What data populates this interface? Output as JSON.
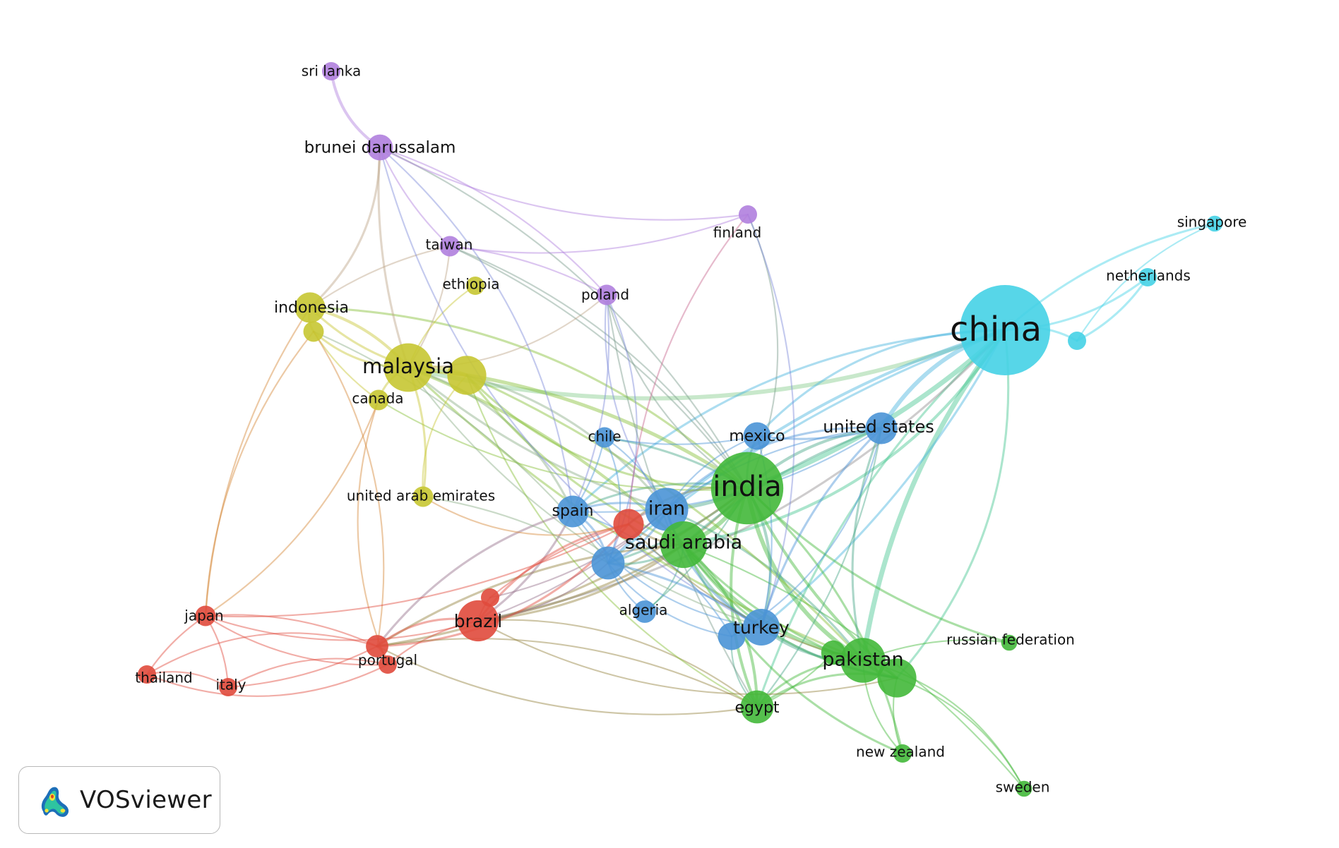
{
  "colors": {
    "red": "#e04a3c",
    "green": "#43b83a",
    "blue": "#4a93d6",
    "yellow": "#c7c632",
    "purple": "#b07fde",
    "cyan": "#45d2e6"
  },
  "nodes": [
    {
      "id": "china",
      "label": "china",
      "cluster": "cyan",
      "weight": 100
    },
    {
      "id": "india",
      "label": "india",
      "cluster": "green",
      "weight": 62
    },
    {
      "id": "malaysia",
      "label": "malaysia",
      "cluster": "yellow",
      "weight": 28
    },
    {
      "id": "iran",
      "label": "iran",
      "cluster": "blue",
      "weight": 22
    },
    {
      "id": "saudi_arabia",
      "label": "saudi arabia",
      "cluster": "green",
      "weight": 26
    },
    {
      "id": "pakistan",
      "label": "pakistan",
      "cluster": "green",
      "weight": 24
    },
    {
      "id": "brazil",
      "label": "brazil",
      "cluster": "red",
      "weight": 20
    },
    {
      "id": "turkey",
      "label": "turkey",
      "cluster": "blue",
      "weight": 16
    },
    {
      "id": "united_states",
      "label": "united states",
      "cluster": "blue",
      "weight": 12
    },
    {
      "id": "spain",
      "label": "spain",
      "cluster": "blue",
      "weight": 12
    },
    {
      "id": "mexico",
      "label": "mexico",
      "cluster": "blue",
      "weight": 9
    },
    {
      "id": "indonesia",
      "label": "indonesia",
      "cluster": "yellow",
      "weight": 11
    },
    {
      "id": "egypt",
      "label": "egypt",
      "cluster": "green",
      "weight": 13
    },
    {
      "id": "brunei_darussalam",
      "label": "brunei darussalam",
      "cluster": "purple",
      "weight": 8
    },
    {
      "id": "portugal",
      "label": "portugal",
      "cluster": "red",
      "weight": 6
    },
    {
      "id": "japan",
      "label": "japan",
      "cluster": "red",
      "weight": 5
    },
    {
      "id": "algeria",
      "label": "algeria",
      "cluster": "blue",
      "weight": 6
    },
    {
      "id": "chile",
      "label": "chile",
      "cluster": "blue",
      "weight": 5
    },
    {
      "id": "canada",
      "label": "canada",
      "cluster": "yellow",
      "weight": 5
    },
    {
      "id": "united_arab_emirates",
      "label": "united arab emirates",
      "cluster": "yellow",
      "weight": 5
    },
    {
      "id": "taiwan",
      "label": "taiwan",
      "cluster": "purple",
      "weight": 5
    },
    {
      "id": "poland",
      "label": "poland",
      "cluster": "purple",
      "weight": 5
    },
    {
      "id": "ethiopia",
      "label": "ethiopia",
      "cluster": "yellow",
      "weight": 4
    },
    {
      "id": "finland",
      "label": "finland",
      "cluster": "purple",
      "weight": 4
    },
    {
      "id": "sri_lanka",
      "label": "sri lanka",
      "cluster": "purple",
      "weight": 4
    },
    {
      "id": "singapore",
      "label": "singapore",
      "cluster": "cyan",
      "weight": 3
    },
    {
      "id": "netherlands",
      "label": "netherlands",
      "cluster": "cyan",
      "weight": 4
    },
    {
      "id": "russian_federation",
      "label": "russian federation",
      "cluster": "green",
      "weight": 3
    },
    {
      "id": "new_zealand",
      "label": "new zealand",
      "cluster": "green",
      "weight": 4
    },
    {
      "id": "sweden",
      "label": "sweden",
      "cluster": "green",
      "weight": 3
    },
    {
      "id": "thailand",
      "label": "thailand",
      "cluster": "red",
      "weight": 4
    },
    {
      "id": "italy",
      "label": "italy",
      "cluster": "red",
      "weight": 4
    },
    {
      "id": "u_yellow1",
      "label": "",
      "cluster": "yellow",
      "weight": 18
    },
    {
      "id": "u_yellow2",
      "label": "",
      "cluster": "yellow",
      "weight": 5
    },
    {
      "id": "u_red1",
      "label": "",
      "cluster": "red",
      "weight": 11
    },
    {
      "id": "u_red2",
      "label": "",
      "cluster": "red",
      "weight": 4
    },
    {
      "id": "u_red3",
      "label": "",
      "cluster": "red",
      "weight": 4
    },
    {
      "id": "u_blue1",
      "label": "",
      "cluster": "blue",
      "weight": 13
    },
    {
      "id": "u_blue2",
      "label": "",
      "cluster": "blue",
      "weight": 9
    },
    {
      "id": "u_green1",
      "label": "",
      "cluster": "green",
      "weight": 18
    },
    {
      "id": "u_green2",
      "label": "",
      "cluster": "green",
      "weight": 7
    },
    {
      "id": "u_cyan1",
      "label": "",
      "cluster": "cyan",
      "weight": 4
    }
  ],
  "links": [
    [
      "china",
      "india",
      6
    ],
    [
      "china",
      "pakistan",
      6
    ],
    [
      "china",
      "malaysia",
      5
    ],
    [
      "china",
      "united_states",
      5
    ],
    [
      "china",
      "saudi_arabia",
      3
    ],
    [
      "china",
      "iran",
      3
    ],
    [
      "china",
      "singapore",
      2
    ],
    [
      "china",
      "netherlands",
      2
    ],
    [
      "china",
      "u_cyan1",
      2
    ],
    [
      "china",
      "mexico",
      2
    ],
    [
      "china",
      "turkey",
      2
    ],
    [
      "china",
      "egypt",
      2
    ],
    [
      "china",
      "brazil",
      2
    ],
    [
      "china",
      "spain",
      2
    ],
    [
      "china",
      "u_green1",
      2
    ],
    [
      "china",
      "u_blue1",
      2
    ],
    [
      "netherlands",
      "u_cyan1",
      2
    ],
    [
      "singapore",
      "u_cyan1",
      1
    ],
    [
      "india",
      "saudi_arabia",
      5
    ],
    [
      "india",
      "pakistan",
      5
    ],
    [
      "india",
      "iran",
      4
    ],
    [
      "india",
      "malaysia",
      4
    ],
    [
      "india",
      "united_states",
      3
    ],
    [
      "india",
      "egypt",
      3
    ],
    [
      "india",
      "turkey",
      3
    ],
    [
      "india",
      "u_green1",
      3
    ],
    [
      "india",
      "mexico",
      2
    ],
    [
      "india",
      "spain",
      2
    ],
    [
      "india",
      "brazil",
      2
    ],
    [
      "india",
      "u_red1",
      2
    ],
    [
      "india",
      "u_blue1",
      2
    ],
    [
      "india",
      "russian_federation",
      2
    ],
    [
      "india",
      "new_zealand",
      2
    ],
    [
      "india",
      "indonesia",
      2
    ],
    [
      "india",
      "u_yellow1",
      2
    ],
    [
      "india",
      "chile",
      2
    ],
    [
      "india",
      "portugal",
      2
    ],
    [
      "india",
      "brunei_darussalam",
      1
    ],
    [
      "india",
      "poland",
      1
    ],
    [
      "india",
      "finland",
      1
    ],
    [
      "india",
      "algeria",
      1
    ],
    [
      "india",
      "taiwan",
      1
    ],
    [
      "india",
      "canada",
      1
    ],
    [
      "saudi_arabia",
      "pakistan",
      4
    ],
    [
      "saudi_arabia",
      "egypt",
      3
    ],
    [
      "saudi_arabia",
      "malaysia",
      3
    ],
    [
      "saudi_arabia",
      "iran",
      2
    ],
    [
      "saudi_arabia",
      "turkey",
      2
    ],
    [
      "saudi_arabia",
      "u_blue1",
      2
    ],
    [
      "saudi_arabia",
      "u_green1",
      2
    ],
    [
      "saudi_arabia",
      "brazil",
      2
    ],
    [
      "saudi_arabia",
      "portugal",
      2
    ],
    [
      "saudi_arabia",
      "u_red1",
      2
    ],
    [
      "saudi_arabia",
      "new_zealand",
      2
    ],
    [
      "saudi_arabia",
      "algeria",
      1
    ],
    [
      "saudi_arabia",
      "u_green2",
      2
    ],
    [
      "saudi_arabia",
      "sweden",
      1
    ],
    [
      "pakistan",
      "u_green1",
      3
    ],
    [
      "pakistan",
      "turkey",
      2
    ],
    [
      "pakistan",
      "egypt",
      2
    ],
    [
      "pakistan",
      "malaysia",
      2
    ],
    [
      "pakistan",
      "iran",
      2
    ],
    [
      "pakistan",
      "united_states",
      2
    ],
    [
      "pakistan",
      "new_zealand",
      1
    ],
    [
      "pakistan",
      "sweden",
      1
    ],
    [
      "pakistan",
      "u_green2",
      2
    ],
    [
      "pakistan",
      "russian_federation",
      1
    ],
    [
      "u_green1",
      "new_zealand",
      1
    ],
    [
      "u_green1",
      "sweden",
      1
    ],
    [
      "u_green1",
      "egypt",
      2
    ],
    [
      "u_green1",
      "turkey",
      2
    ],
    [
      "u_green1",
      "u_green2",
      1
    ],
    [
      "egypt",
      "portugal",
      1
    ],
    [
      "egypt",
      "brazil",
      1
    ],
    [
      "egypt",
      "u_blue2",
      1
    ],
    [
      "egypt",
      "u_green2",
      1
    ],
    [
      "malaysia",
      "u_yellow1",
      4
    ],
    [
      "malaysia",
      "indonesia",
      3
    ],
    [
      "malaysia",
      "u_yellow2",
      2
    ],
    [
      "malaysia",
      "canada",
      2
    ],
    [
      "malaysia",
      "brunei_darussalam",
      2
    ],
    [
      "malaysia",
      "taiwan",
      1
    ],
    [
      "malaysia",
      "ethiopia",
      1
    ],
    [
      "malaysia",
      "poland",
      1
    ],
    [
      "malaysia",
      "spain",
      2
    ],
    [
      "malaysia",
      "iran",
      2
    ],
    [
      "malaysia",
      "united_arab_emirates",
      2
    ],
    [
      "malaysia",
      "turkey",
      1
    ],
    [
      "u_yellow1",
      "indonesia",
      2
    ],
    [
      "u_yellow1",
      "united_arab_emirates",
      1
    ],
    [
      "u_yellow1",
      "pakistan",
      2
    ],
    [
      "u_yellow1",
      "saudi_arabia",
      2
    ],
    [
      "u_yellow1",
      "iran",
      2
    ],
    [
      "u_yellow1",
      "egypt",
      1
    ],
    [
      "u_yellow2",
      "indonesia",
      2
    ],
    [
      "u_yellow2",
      "canada",
      1
    ],
    [
      "u_yellow2",
      "u_blue1",
      1
    ],
    [
      "u_yellow2",
      "japan",
      1
    ],
    [
      "u_yellow2",
      "portugal",
      1
    ],
    [
      "indonesia",
      "brunei_darussalam",
      2
    ],
    [
      "indonesia",
      "taiwan",
      1
    ],
    [
      "indonesia",
      "japan",
      1
    ],
    [
      "canada",
      "japan",
      1
    ],
    [
      "canada",
      "u_red3",
      1
    ],
    [
      "brunei_darussalam",
      "sri_lanka",
      3
    ],
    [
      "brunei_darussalam",
      "taiwan",
      1
    ],
    [
      "brunei_darussalam",
      "poland",
      1
    ],
    [
      "brunei_darussalam",
      "finland",
      1
    ],
    [
      "brunei_darussalam",
      "spain",
      1
    ],
    [
      "brunei_darussalam",
      "turkey",
      1
    ],
    [
      "taiwan",
      "poland",
      1
    ],
    [
      "taiwan",
      "finland",
      1
    ],
    [
      "taiwan",
      "india",
      1
    ],
    [
      "poland",
      "iran",
      1
    ],
    [
      "poland",
      "u_blue1",
      1
    ],
    [
      "poland",
      "egypt",
      1
    ],
    [
      "poland",
      "spain",
      1
    ],
    [
      "finland",
      "u_red1",
      1
    ],
    [
      "finland",
      "turkey",
      1
    ],
    [
      "united_states",
      "iran",
      2
    ],
    [
      "united_states",
      "mexico",
      2
    ],
    [
      "united_states",
      "turkey",
      2
    ],
    [
      "united_states",
      "spain",
      1
    ],
    [
      "united_states",
      "u_blue1",
      1
    ],
    [
      "united_states",
      "u_blue2",
      1
    ],
    [
      "united_states",
      "saudi_arabia",
      2
    ],
    [
      "united_states",
      "egypt",
      1
    ],
    [
      "iran",
      "spain",
      2
    ],
    [
      "iran",
      "u_blue1",
      2
    ],
    [
      "iran",
      "turkey",
      2
    ],
    [
      "iran",
      "brazil",
      1
    ],
    [
      "iran",
      "chile",
      1
    ],
    [
      "iran",
      "mexico",
      1
    ],
    [
      "iran",
      "u_red1",
      2
    ],
    [
      "spain",
      "u_blue1",
      2
    ],
    [
      "spain",
      "chile",
      1
    ],
    [
      "spain",
      "brazil",
      2
    ],
    [
      "spain",
      "portugal",
      2
    ],
    [
      "spain",
      "u_blue2",
      1
    ],
    [
      "spain",
      "turkey",
      1
    ],
    [
      "u_blue1",
      "turkey",
      2
    ],
    [
      "u_blue1",
      "algeria",
      1
    ],
    [
      "u_blue1",
      "brazil",
      1
    ],
    [
      "u_blue1",
      "u_blue2",
      1
    ],
    [
      "chile",
      "u_blue1",
      1
    ],
    [
      "chile",
      "mexico",
      1
    ],
    [
      "mexico",
      "turkey",
      1
    ],
    [
      "turkey",
      "u_blue2",
      2
    ],
    [
      "brazil",
      "u_red1",
      2
    ],
    [
      "brazil",
      "portugal",
      2
    ],
    [
      "brazil",
      "u_red2",
      1
    ],
    [
      "brazil",
      "u_red3",
      1
    ],
    [
      "brazil",
      "japan",
      1
    ],
    [
      "brazil",
      "u_green1",
      1
    ],
    [
      "u_red1",
      "portugal",
      2
    ],
    [
      "u_red1",
      "u_red2",
      1
    ],
    [
      "u_red1",
      "japan",
      1
    ],
    [
      "u_red1",
      "pakistan",
      1
    ],
    [
      "portugal",
      "u_red3",
      2
    ],
    [
      "portugal",
      "thailand",
      1
    ],
    [
      "portugal",
      "italy",
      1
    ],
    [
      "portugal",
      "japan",
      1
    ],
    [
      "portugal",
      "egypt",
      1
    ],
    [
      "u_red3",
      "italy",
      1
    ],
    [
      "u_red3",
      "thailand",
      1
    ],
    [
      "japan",
      "thailand",
      1
    ],
    [
      "japan",
      "italy",
      1
    ],
    [
      "japan",
      "u_red3",
      1
    ],
    [
      "thailand",
      "italy",
      1
    ],
    [
      "united_arab_emirates",
      "u_red1",
      1
    ],
    [
      "united_arab_emirates",
      "u_blue1",
      1
    ],
    [
      "u_red2",
      "iran",
      1
    ]
  ],
  "brand": {
    "name": "VOSviewer"
  }
}
